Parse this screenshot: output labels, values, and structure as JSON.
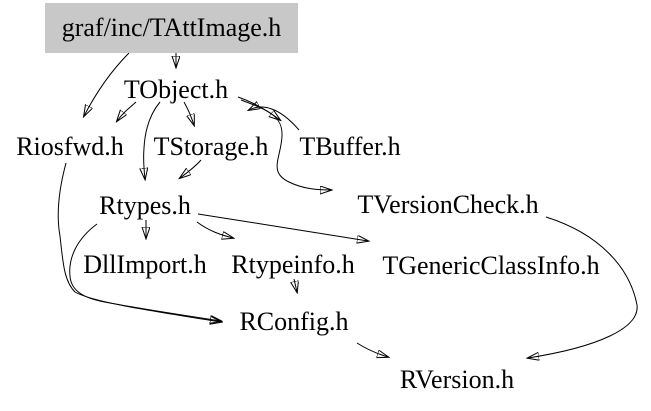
{
  "graph": {
    "background_color": "#ffffff",
    "edge_color": "#000000",
    "text_color": "#000000",
    "main_node_fill": "#c8c8c8"
  },
  "nodes": [
    {
      "label": "graf/inc/TAttImage.h",
      "main": true
    },
    {
      "label": "TObject.h"
    },
    {
      "label": "Riosfwd.h"
    },
    {
      "label": "TStorage.h"
    },
    {
      "label": "TBuffer.h"
    },
    {
      "label": "TVersionCheck.h"
    },
    {
      "label": "Rtypes.h"
    },
    {
      "label": "DllImport.h"
    },
    {
      "label": "Rtypeinfo.h"
    },
    {
      "label": "TGenericClassInfo.h"
    },
    {
      "label": "RConfig.h"
    },
    {
      "label": "RVersion.h"
    }
  ],
  "edges": [
    {
      "from": "graf/inc/TAttImage.h",
      "to": "TObject.h"
    },
    {
      "from": "graf/inc/TAttImage.h",
      "to": "Riosfwd.h"
    },
    {
      "from": "TObject.h",
      "to": "Riosfwd.h"
    },
    {
      "from": "TObject.h",
      "to": "TStorage.h"
    },
    {
      "from": "TObject.h",
      "to": "Rtypes.h"
    },
    {
      "from": "TObject.h",
      "to": "TBuffer.h"
    },
    {
      "from": "TBuffer.h",
      "to": "TObject.h"
    },
    {
      "from": "TObject.h",
      "to": "TVersionCheck.h"
    },
    {
      "from": "TStorage.h",
      "to": "Rtypes.h"
    },
    {
      "from": "Rtypes.h",
      "to": "DllImport.h"
    },
    {
      "from": "Rtypes.h",
      "to": "Rtypeinfo.h"
    },
    {
      "from": "Rtypes.h",
      "to": "TGenericClassInfo.h"
    },
    {
      "from": "Rtypes.h",
      "to": "RConfig.h"
    },
    {
      "from": "Riosfwd.h",
      "to": "RConfig.h"
    },
    {
      "from": "Rtypeinfo.h",
      "to": "RConfig.h"
    },
    {
      "from": "RConfig.h",
      "to": "RVersion.h"
    },
    {
      "from": "TVersionCheck.h",
      "to": "RVersion.h"
    }
  ]
}
